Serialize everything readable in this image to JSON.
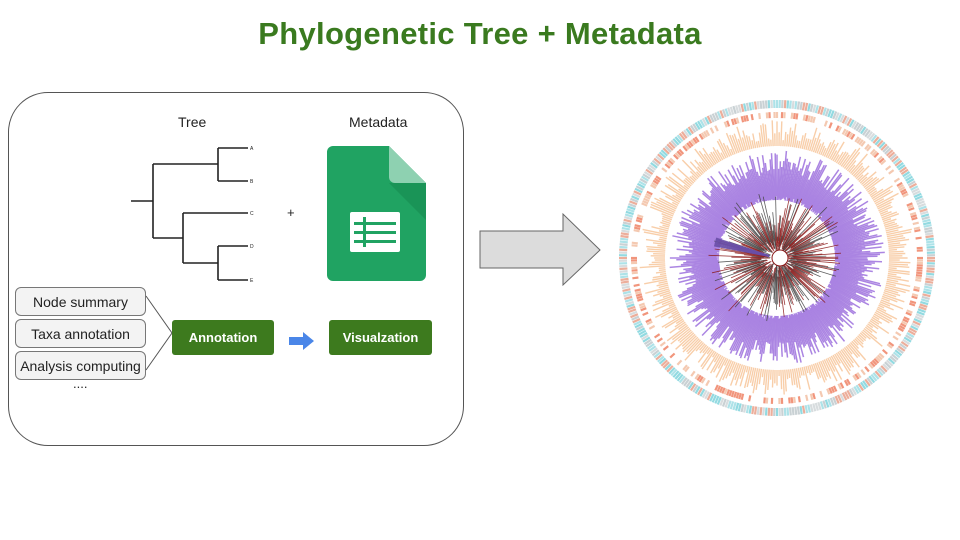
{
  "title": "Phylogenetic Tree + Metadata",
  "left_panel": {
    "tree_label": "Tree",
    "metadata_label": "Metadata",
    "plus": "+",
    "leaf_labels": [
      "A",
      "B",
      "C",
      "D",
      "E"
    ],
    "tasks": [
      "Node summary",
      "Taxa annotation",
      "Analysis computing"
    ],
    "ellipsis": "....",
    "annotation_button": "Annotation",
    "visualization_button": "Visualzation"
  },
  "colors": {
    "title_green": "#3a7a1f",
    "button_green": "#3d7a1e",
    "sheet_green": "#20a362",
    "blue_arrow": "#4a86e8",
    "purple_ring": "#a77ee0",
    "peach_ring": "#f7c9a0",
    "red_tree": "#8b1a1a"
  },
  "icons": [
    "spreadsheet-icon",
    "right-arrow-icon",
    "blue-arrow-icon",
    "circular-tree-icon"
  ]
}
